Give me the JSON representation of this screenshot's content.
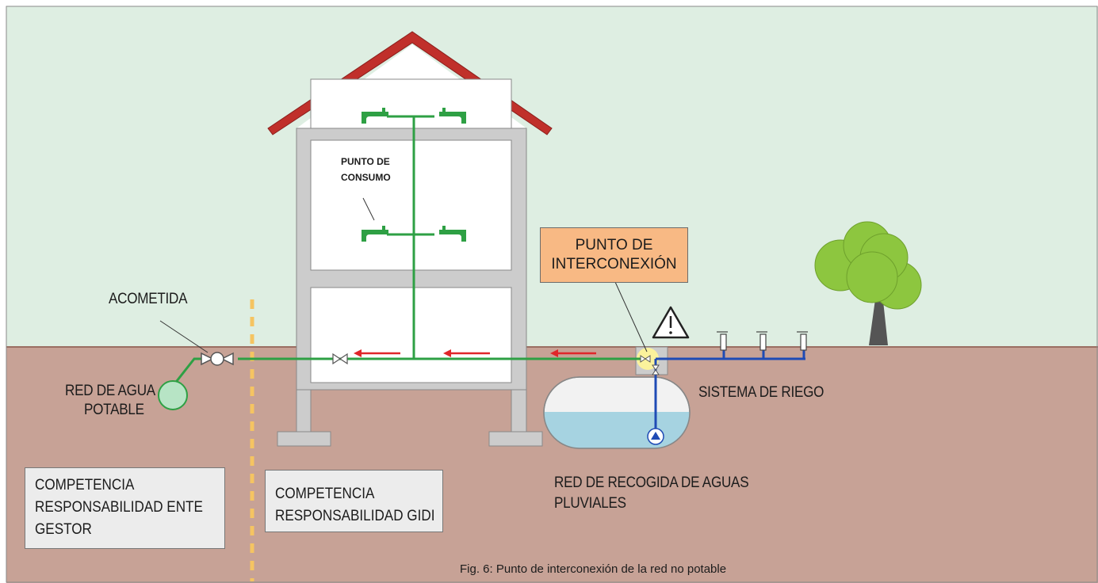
{
  "labels": {
    "acometida": "ACOMETIDA",
    "red_agua_potable_1": "RED DE AGUA",
    "red_agua_potable_2": "POTABLE",
    "punto_consumo_1": "PUNTO DE",
    "punto_consumo_2": "CONSUMO",
    "punto_interconexion_1": "PUNTO DE",
    "punto_interconexion_2": "INTERCONEXIÓN",
    "sistema_riego": "SISTEMA DE RIEGO",
    "red_recogida_1": "RED DE RECOGIDA DE AGUAS",
    "red_recogida_2": "PLUVIALES"
  },
  "boxes": {
    "ente_gestor_1": "COMPETENCIA",
    "ente_gestor_2": "RESPONSABILIDAD ENTE",
    "ente_gestor_3": "GESTOR",
    "gidi_1": "COMPETENCIA",
    "gidi_2": "RESPONSABILIDAD GIDI"
  },
  "caption": "Fig. 6: Punto de interconexión de la red no potable",
  "icons": [
    "faucet-icon",
    "valve-icon",
    "water-meter-icon",
    "warning-icon",
    "pump-icon",
    "sprinkler-icon",
    "tree-icon",
    "flow-arrow-icon"
  ],
  "colors": {
    "sky": "#deeee2",
    "ground": "#c7a296",
    "potable_pipe": "#2ea044",
    "non_potable_pipe": "#1f4bb5",
    "flow_arrow": "#e0262a",
    "roof": "#c0302b",
    "house_frame": "#cccccc",
    "tank_water": "#a6d3e1",
    "interconnection_highlight": "#fbf29c",
    "label_box": "#f8b984",
    "boundary_line": "#f5c462",
    "tree_foliage": "#8dc63f",
    "tree_trunk": "#555555"
  }
}
